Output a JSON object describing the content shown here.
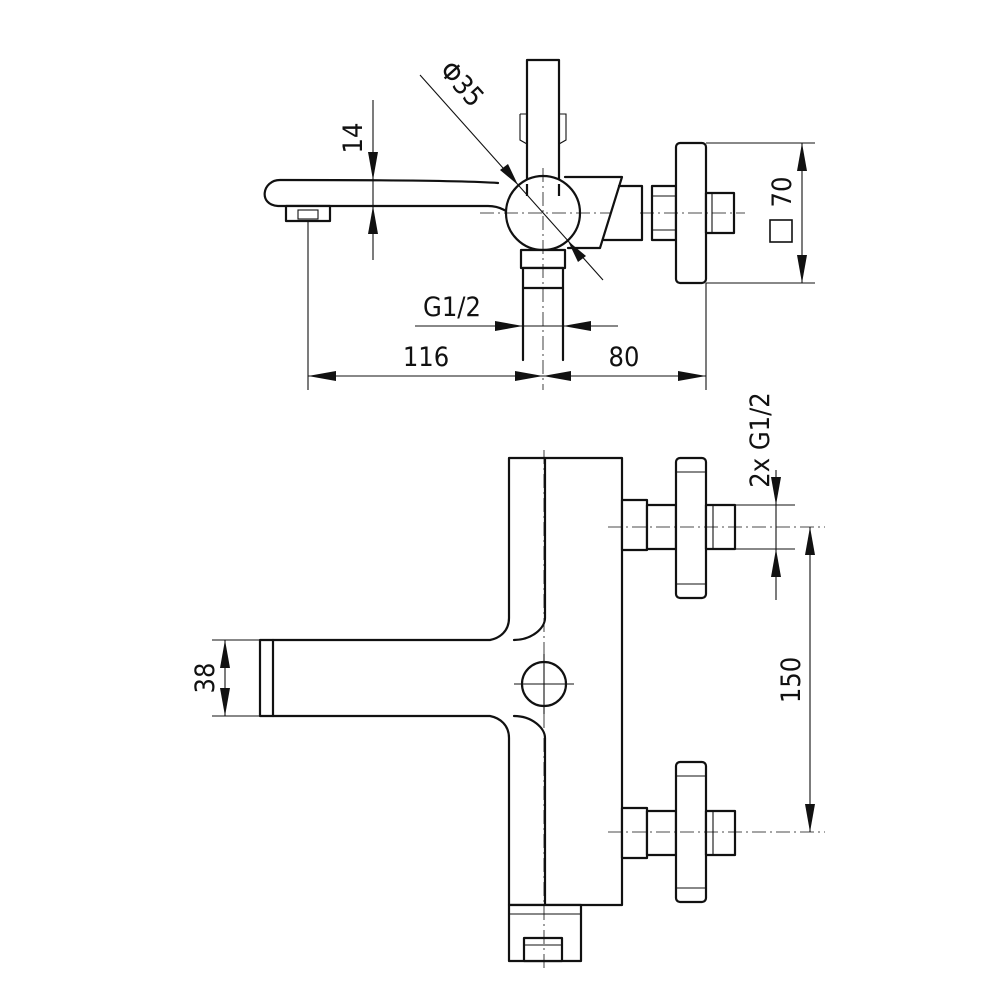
{
  "dimensions": {
    "height_14": "14",
    "diameter_35": "Φ35",
    "square_70": "70",
    "g_half_top": "G1/2",
    "length_116": "116",
    "length_80": "80",
    "inlet_2x_g": "2x G1/2",
    "spout_38": "38",
    "spacing_150": "150"
  }
}
